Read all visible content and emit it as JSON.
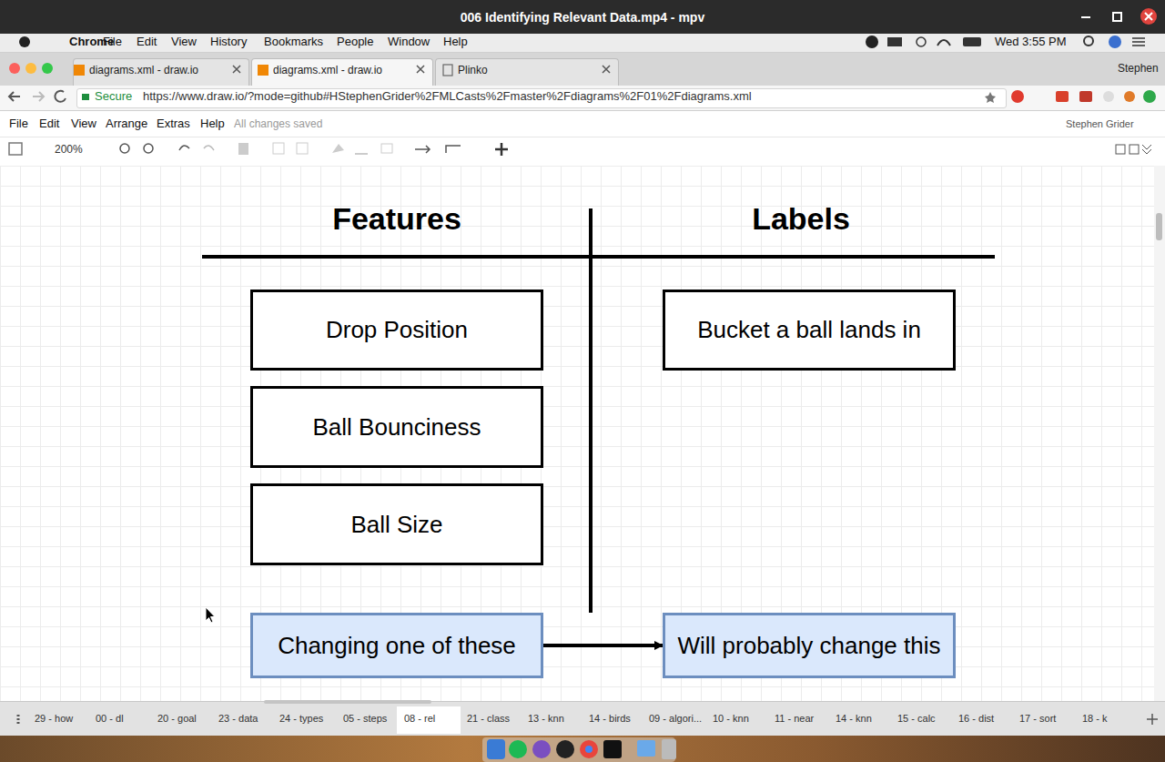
{
  "diagram": {
    "nodes": [
      {
        "text": [
          "Drop Position"
        ]
      },
      {
        "text": [
          "Ball Bounciness"
        ]
      },
      {
        "text": [
          "Ball Size"
        ]
      },
      {
        "text": [
          "Bucket a ball lands in"
        ]
      },
      {
        "text": [
          "Changing one of these"
        ]
      },
      {
        "text": [
          "Will probably change this"
        ]
      }
    ],
    "edges": [
      {
        "from": 4,
        "to": 5,
        "arrow": "to"
      }
    ],
    "labels": [
      "006 Identifying Relevant Data.mp4 - mpv",
      "Chrome",
      "File",
      "Edit",
      "View",
      "History",
      "Bookmarks",
      "People",
      "Window",
      "Help",
      "Wed 3:55 PM",
      "diagrams.xml - draw.io",
      "diagrams.xml - draw.io",
      "Plinko",
      "Stephen",
      "Secure",
      "https://www.draw.io/?mode=github#HStephenGrider%2FMLCasts%2Fmaster%2Fdiagrams%2F01%2Fdiagrams.xml",
      "File",
      "Edit",
      "View",
      "Arrange",
      "Extras",
      "Help",
      "All changes saved",
      "Stephen Grider",
      "200%",
      "Features",
      "Labels",
      "29 - how",
      "00 - dl",
      "20 - goal",
      "23 - data",
      "24 - types",
      "05 - steps",
      "08 - rel",
      "21 - class",
      "13 - knn",
      "14 - birds",
      "09 - algori...",
      "10 - knn",
      "11 - near",
      "14 - knn",
      "15 - calc",
      "16 - dist",
      "17 - sort",
      "18 - k"
    ]
  }
}
